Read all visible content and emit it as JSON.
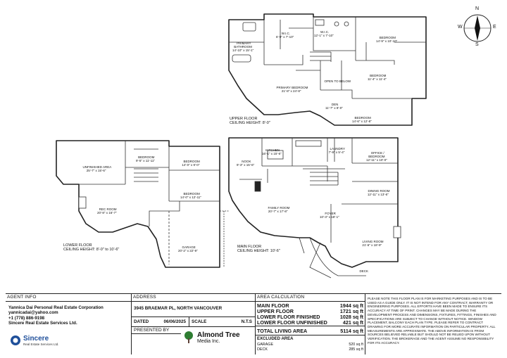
{
  "compass": {
    "n": "N",
    "s": "S",
    "e": "E",
    "w": "W"
  },
  "upper_floor": {
    "ceiling": "UPPER FLOOR\nCEILING HEIGHT: 8'-0\"",
    "rooms": [
      {
        "name": "PRIMARY\nBATHROOM",
        "dims": "14'-10\" x 15'-1\""
      },
      {
        "name": "W.I.C.",
        "dims": "6'-9\" x 7'-10\""
      },
      {
        "name": "W.I.C.",
        "dims": "12'-1\" x 7'-10\""
      },
      {
        "name": "BEDROOM",
        "dims": "14'-9\" x 10'-10\""
      },
      {
        "name": "BEDROOM",
        "dims": "11'-4\" x 11'-4\""
      },
      {
        "name": "PRIMARY BEDROOM",
        "dims": "21'-8\" x 24'-8\""
      },
      {
        "name": "OPEN TO BELOW",
        "dims": ""
      },
      {
        "name": "DEN",
        "dims": "11'-7\" x 8'-0\""
      },
      {
        "name": "BEDROOM",
        "dims": "14'-6\" x 12'-8\""
      }
    ]
  },
  "main_floor": {
    "ceiling": "MAIN FLOOR\nCEILING HEIGHT: 10'-6\"",
    "rooms": [
      {
        "name": "NOOK",
        "dims": "9'-3\" x 15'-6\""
      },
      {
        "name": "KITCHEN",
        "dims": "16'-1\" x 15'-6\""
      },
      {
        "name": "LAUNDRY",
        "dims": "7'-9\" x 5'-4\""
      },
      {
        "name": "OFFICE /\nBEDROOM",
        "dims": "12'-11\" x 10'-0\""
      },
      {
        "name": "DINING ROOM",
        "dims": "12'-11\" x 13'-6\""
      },
      {
        "name": "FAMILY ROOM",
        "dims": "20'-7\" x 17'-8\""
      },
      {
        "name": "FOYER",
        "dims": "10'-3\" x 18'-1\""
      },
      {
        "name": "LIVING ROOM",
        "dims": "21'-6\" x 18'-9\""
      },
      {
        "name": "DECK",
        "dims": ""
      }
    ]
  },
  "lower_floor": {
    "ceiling": "LOWER FLOOR\nCEILING HEIGHT: 8'-0\" to 10'-6\"",
    "rooms": [
      {
        "name": "UNFINISHED AREA",
        "dims": "25'-7\" x 15'-6\""
      },
      {
        "name": "BEDROOM",
        "dims": "9'-5\" x 11'-11\""
      },
      {
        "name": "BEDROOM",
        "dims": "14'-0\" x 9'-0\""
      },
      {
        "name": "BEDROOM",
        "dims": "14'-0\" x 12'-11\""
      },
      {
        "name": "REC ROOM",
        "dims": "20'-8\" x 16'-7\""
      },
      {
        "name": "GARAGE",
        "dims": "20'-2\" x 22'-9\""
      }
    ]
  },
  "footer": {
    "agent_heading": "AGENT INFO",
    "agent_lines": [
      "Yannica Dai Personal Real Estate Corporation",
      "yannicadai@yahoo.com",
      "+1 (778) 886-9198",
      "Sincere Real Estate Services Ltd."
    ],
    "brokerage_logo": "Sincere",
    "brokerage_sub": "Real Estate Services Ltd.",
    "address_heading": "ADDRESS",
    "address": "3945 BRAEMAR PL, NORTH VANCOUVER",
    "dated_label": "DATED",
    "dated_value": "06/06/2025",
    "scale_label": "SCALE",
    "scale_value": "N.T.S",
    "presented_label": "PRESENTED BY",
    "presenter_name": "Almond Tree",
    "presenter_sub": "Media Inc.",
    "area_heading": "AREA CALCULATION",
    "areas": [
      {
        "label": "MAIN FLOOR",
        "value": "1944 sq ft"
      },
      {
        "label": "UPPER FLOOR",
        "value": "1721 sq ft"
      },
      {
        "label": "LOWER FLOOR FINISHED",
        "value": "1028 sq ft"
      },
      {
        "label": "LOWER FLOOR UNFINISHED",
        "value": "421 sq ft"
      }
    ],
    "total_label": "TOTAL LIVING AREA",
    "total_value": "5114 sq ft",
    "excluded_label": "EXCLUDED AREA",
    "excluded": [
      {
        "label": "GARAGE",
        "value": "520 sq ft"
      },
      {
        "label": "DECK",
        "value": "285 sq ft"
      }
    ],
    "disclaimer": "PLEASE NOTE THIS FLOOR PLAN IS FOR MARKETING PURPOSES AND IS TO BE USED AS A GUIDE ONLY. IT IS NOT INTEND FOR ANY CONTRACT, WARRANTY OR ENGINEERING PURPOSES. ALL EFFORTS HAVE BEEN MADE TO ENSURE ITS ACCURACY AT TIME OF PRINT. CHANGES MAY BE MADE DURING THE DEVELOPMENT PROCESS AND DIMENSIONS, FIXTURES, FITTINGS, FINISHES AND SPECIFICATIONS ARE SUBJECT TO CHANGE WITHOUT NOTICE. WINDOW PLACEMENT, BALCONY EACH PLAN TYPE. PLEASE REFER TO CONTRACT DRAWING FOR MORE ACCURATE INFORMATION ON PARTICULAR PROPERTY. ALL MEASUREMENTS ARE APPROXIMATE. THE ABOVE INFORMATION IS FROM SOURCES BELIEVED RELIABLE BUT SHOULD NOT BE RELIED UPON WITHOUT VERIFICATION. THE BROKERAGE AND THE AGENT ASSUME NO RESPONSIBILITY FOR ITS ACCURACY."
  }
}
